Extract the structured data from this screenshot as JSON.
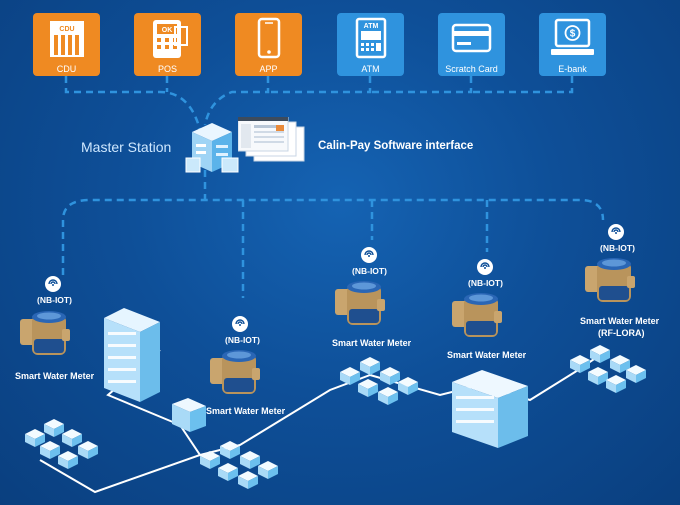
{
  "payment_channels": [
    {
      "label": "CDU",
      "icon": "cdu-icon",
      "icon_text": "CDU",
      "color": "#ef8a22"
    },
    {
      "label": "POS",
      "icon": "pos-terminal-icon",
      "icon_text": "OK",
      "color": "#ef8a22"
    },
    {
      "label": "APP",
      "icon": "smartphone-icon",
      "color": "#ef8a22"
    },
    {
      "label": "ATM",
      "icon": "atm-icon",
      "icon_text": "ATM",
      "color": "#2f93de"
    },
    {
      "label": "Scratch Card",
      "icon": "card-icon",
      "color": "#2f93de"
    },
    {
      "label": "E-bank",
      "icon": "computer-dollar-icon",
      "color": "#2f93de"
    }
  ],
  "master_station": {
    "label": "Master Station",
    "icon": "server-building-icon"
  },
  "software": {
    "label": "Calin-Pay Software interface",
    "icon": "software-screens-icon"
  },
  "meters": [
    {
      "name": "Smart Water Meter",
      "network": "(NB-IOT)"
    },
    {
      "name": "Smart Water Meter",
      "network": "(NB-IOT)"
    },
    {
      "name": "Smart Water Meter",
      "network": "(NB-IOT)"
    },
    {
      "name": "Smart Water Meter",
      "network": "(NB-IOT)"
    },
    {
      "name": "Smart Water Meter",
      "name_line2": "(RF-LORA)",
      "network": "(NB-IOT)"
    }
  ],
  "colors": {
    "link_dashed": "#2f93de",
    "pipe": "#ffffff",
    "background": "#0e4f98"
  }
}
